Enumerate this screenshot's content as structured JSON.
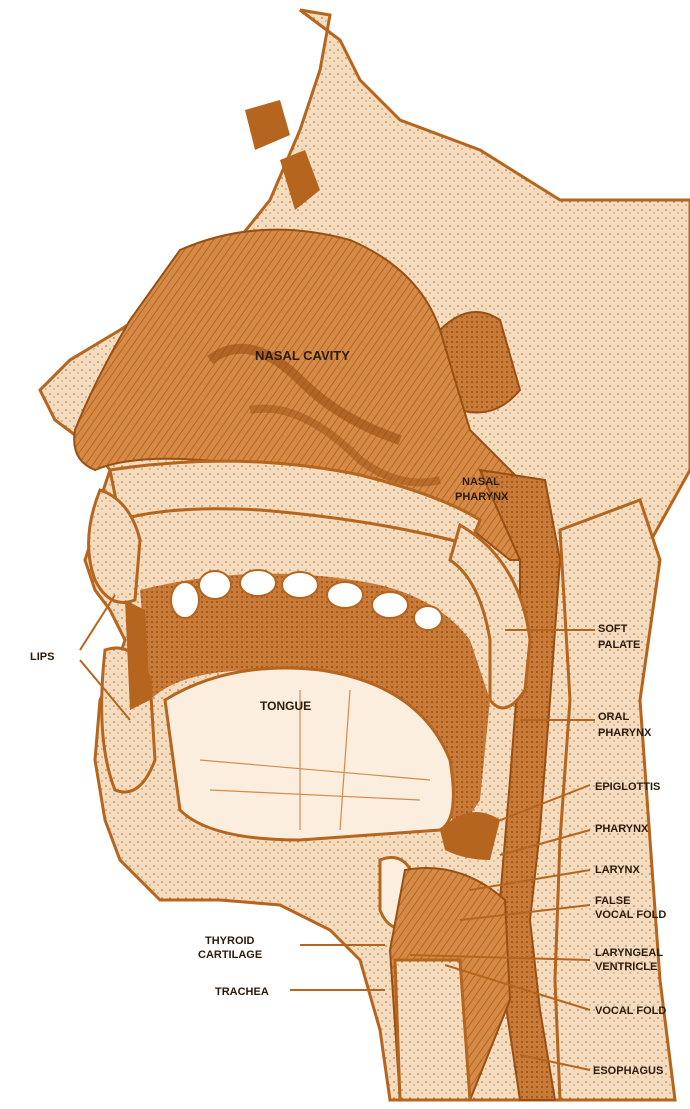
{
  "colors": {
    "ink": "#b5651d",
    "ink_dark": "#9a4f12",
    "fill_light": "#f3dcc0",
    "fill_mid": "#d58a48",
    "background": "#ffffff"
  },
  "labels": {
    "nasal_cavity": "NASAL CAVITY",
    "nasal_pharynx": [
      "NASAL",
      "PHARYNX"
    ],
    "lips": "LIPS",
    "tongue": "TONGUE",
    "soft_palate": [
      "SOFT",
      "PALATE"
    ],
    "oral_pharynx": [
      "ORAL",
      "PHARYNX"
    ],
    "epiglottis": "EPIGLOTTIS",
    "pharynx": "PHARYNX",
    "larynx": "LARYNX",
    "false_vocal_fold": [
      "FALSE",
      "VOCAL FOLD"
    ],
    "laryngeal_ventricle": [
      "LARYNGEAL",
      "VENTRICLE"
    ],
    "thyroid_cartilage": [
      "THYROID",
      "CARTILAGE"
    ],
    "trachea": "TRACHEA",
    "vocal_fold": "VOCAL FOLD",
    "esophagus": "ESOPHAGUS"
  }
}
